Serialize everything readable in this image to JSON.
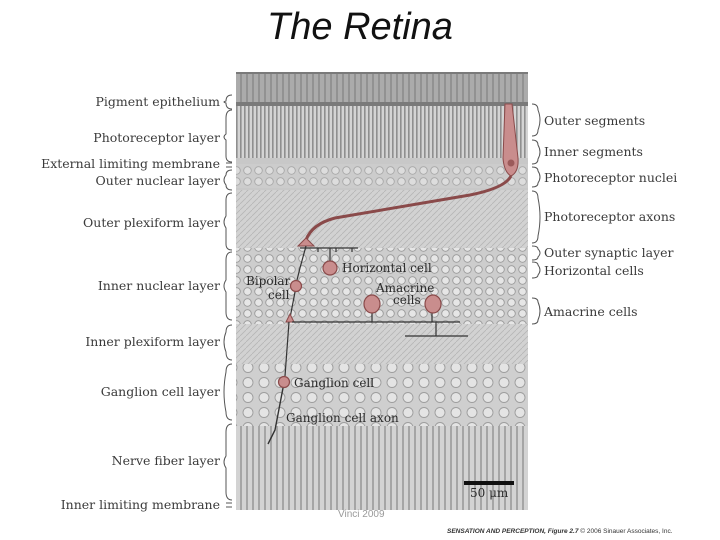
{
  "title": "The Retina",
  "left_layers": [
    "Pigment epithelium",
    "Photoreceptor layer",
    "External limiting membrane",
    "Outer nuclear layer",
    "Outer plexiform layer",
    "Inner nuclear layer",
    "Inner plexiform layer",
    "Ganglion cell layer",
    "Nerve fiber layer",
    "Inner limiting membrane"
  ],
  "right_layers": [
    "Outer segments",
    "Inner segments",
    "Photoreceptor nuclei",
    "Photoreceptor axons",
    "Outer synaptic layer",
    "Horizontal cells",
    "Amacrine cells"
  ],
  "cell_labels": {
    "horizontal": "Horizontal cell",
    "bipolar_1": "Bipolar",
    "bipolar_2": "cell",
    "amacrine_1": "Amacrine",
    "amacrine_2": "cells",
    "ganglion": "Ganglion cell",
    "ganglion_axon": "Ganglion cell axon"
  },
  "scale_bar": "50 μm",
  "credit": "Vinci 2009",
  "copyright": {
    "book": "SENSATION AND PERCEPTION, Figure 2.7",
    "notice": "© 2006 Sinauer Associates, Inc."
  },
  "colors": {
    "cell_fill": "#c98d8d",
    "cell_stroke": "#8a4a4a",
    "tissue": "#c9c9c9"
  }
}
